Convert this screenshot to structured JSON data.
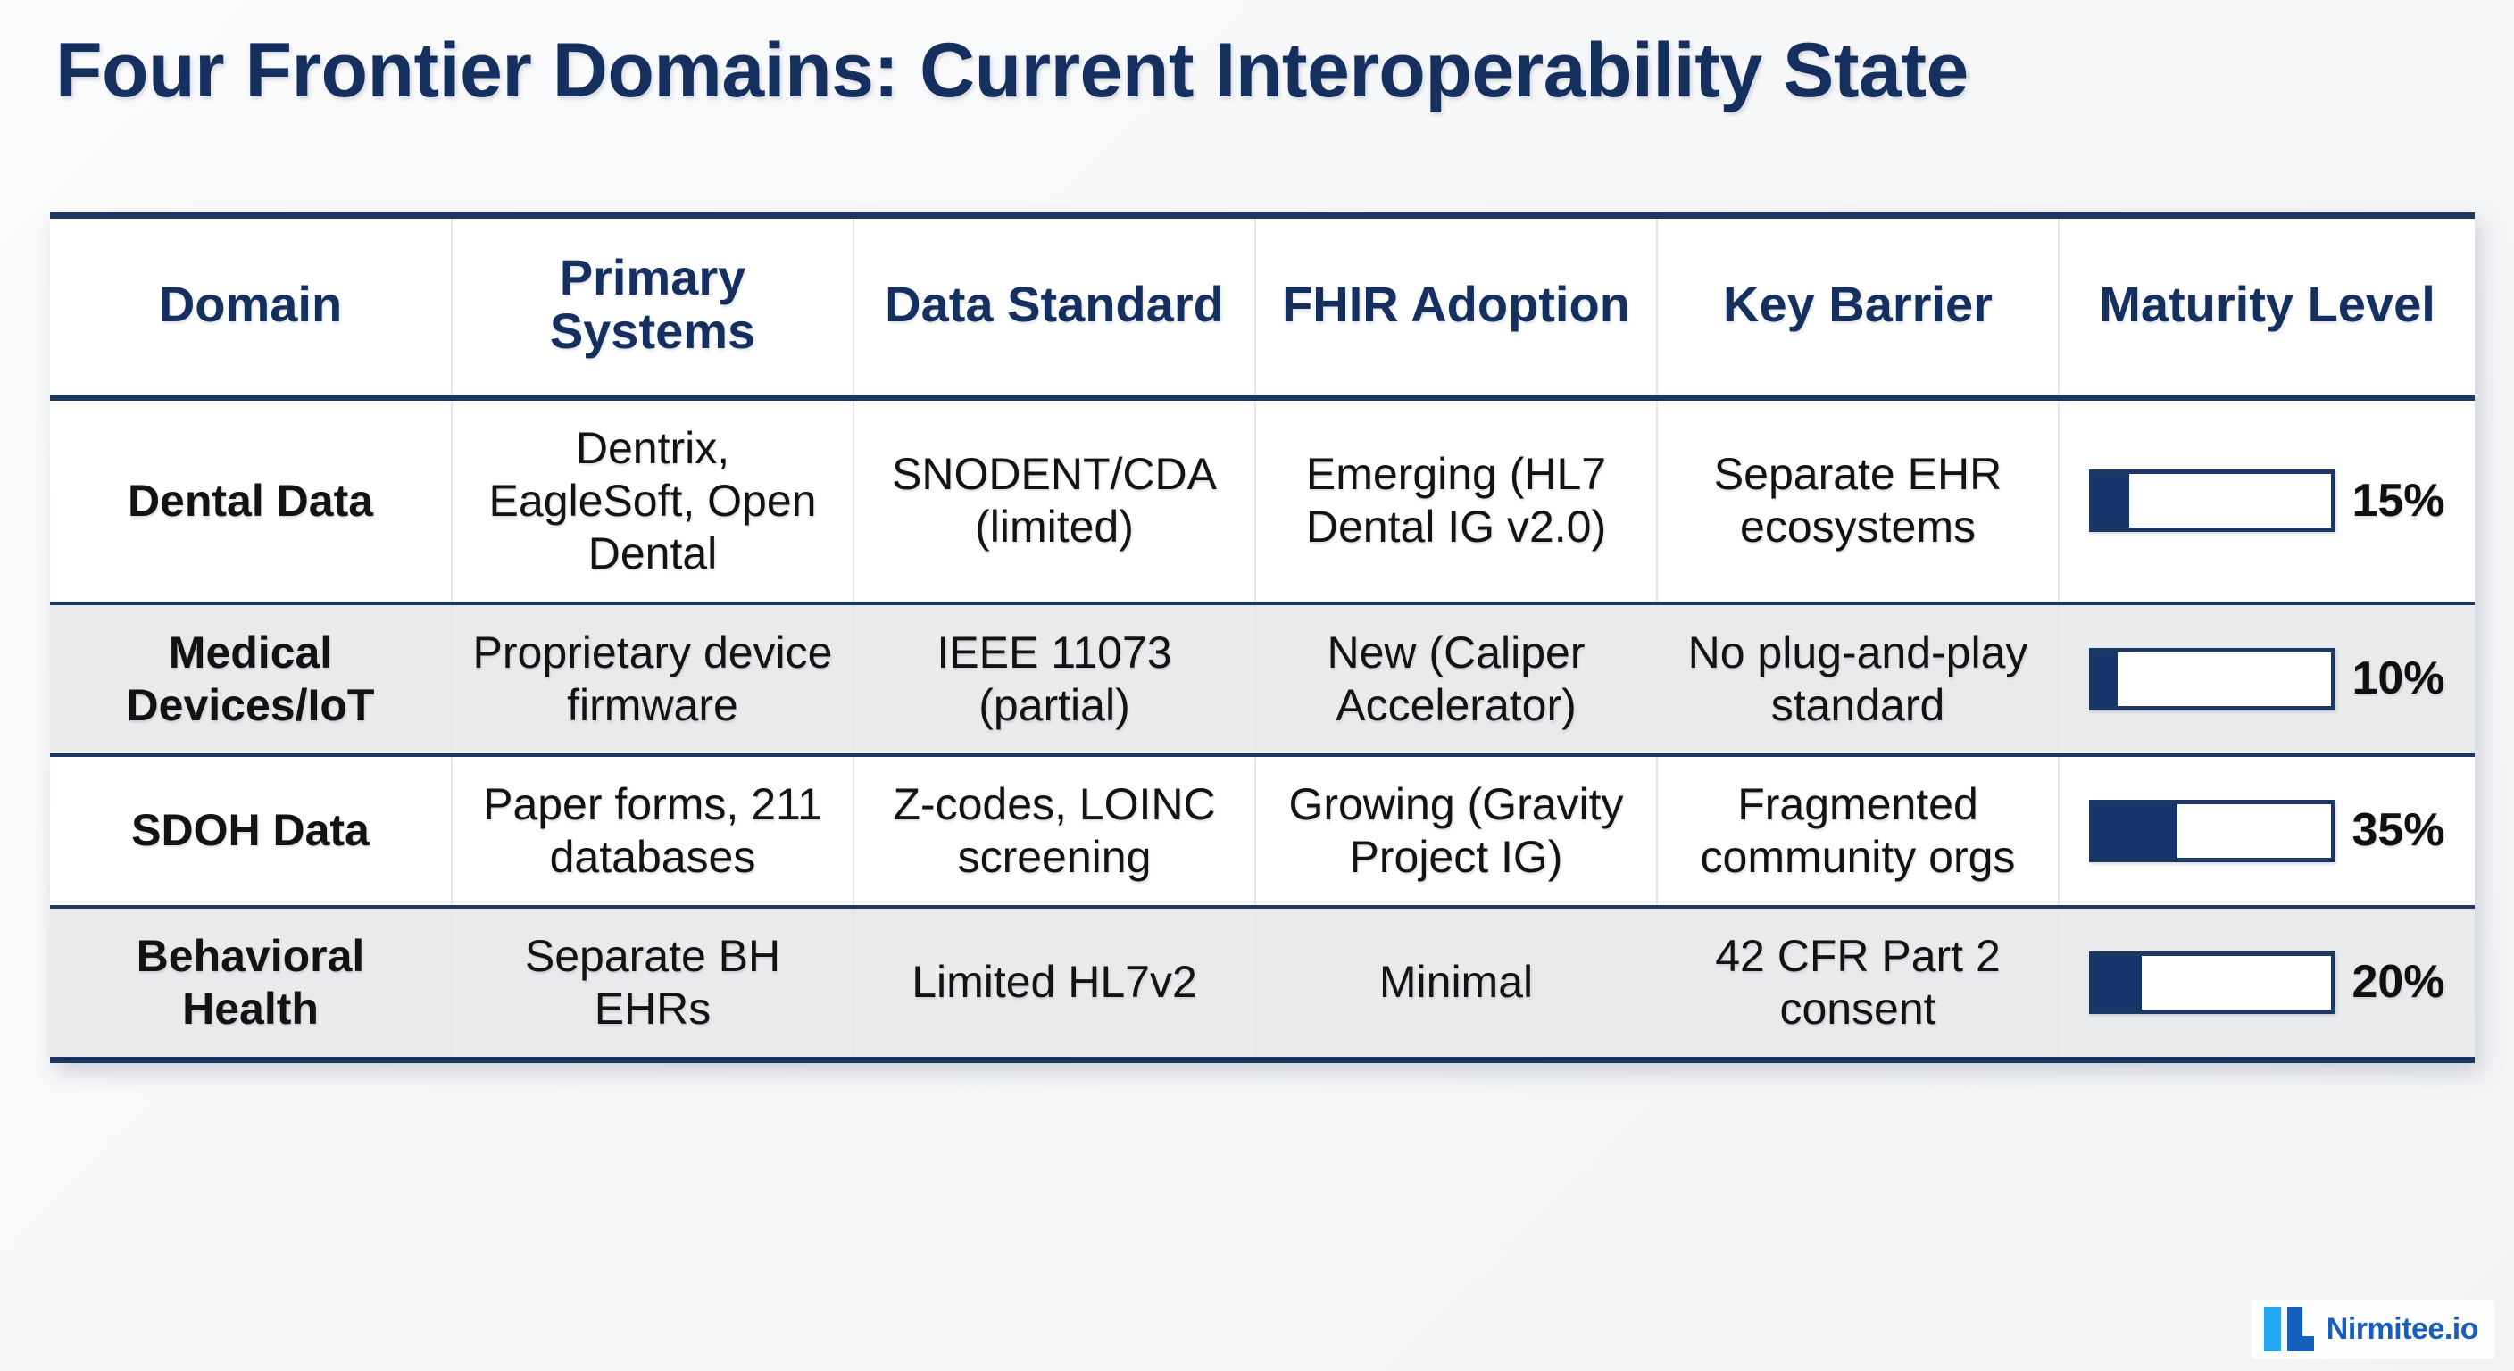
{
  "page": {
    "title": "Four Frontier Domains: Current Interoperability State",
    "accent_color": "#15305f",
    "bar_fill_color": "#16356a",
    "row_stripe_color": "#e8eaec"
  },
  "table": {
    "headers": [
      {
        "label": "Domain",
        "name": "column-header-domain"
      },
      {
        "label": "Primary Systems",
        "name": "column-header-primary-systems"
      },
      {
        "label": "Data Standard",
        "name": "column-header-data-standard"
      },
      {
        "label": "FHIR Adoption",
        "name": "column-header-fhir-adoption"
      },
      {
        "label": "Key Barrier",
        "name": "column-header-key-barrier"
      },
      {
        "label": "Maturity Level",
        "name": "column-header-maturity-level"
      }
    ],
    "rows": [
      {
        "domain": "Dental Data",
        "primary_systems": "Dentrix, EagleSoft, Open Dental",
        "data_standard": "SNODENT/CDA (limited)",
        "fhir_adoption": "Emerging (HL7 Dental IG v2.0)",
        "key_barrier": "Separate EHR ecosystems",
        "maturity_percent": 15,
        "maturity_label": "15%"
      },
      {
        "domain": "Medical Devices/IoT",
        "primary_systems": "Proprietary device firmware",
        "data_standard": "IEEE 11073 (partial)",
        "fhir_adoption": "New (Caliper Accelerator)",
        "key_barrier": "No plug-and-play standard",
        "maturity_percent": 10,
        "maturity_label": "10%"
      },
      {
        "domain": "SDOH Data",
        "primary_systems": "Paper forms, 211 databases",
        "data_standard": "Z-codes, LOINC screening",
        "fhir_adoption": "Growing (Gravity Project IG)",
        "key_barrier": "Fragmented community orgs",
        "maturity_percent": 35,
        "maturity_label": "35%"
      },
      {
        "domain": "Behavioral Health",
        "primary_systems": "Separate BH EHRs",
        "data_standard": "Limited HL7v2",
        "fhir_adoption": "Minimal",
        "key_barrier": "42 CFR Part 2 consent",
        "maturity_percent": 20,
        "maturity_label": "20%"
      }
    ]
  },
  "watermark": {
    "text": "Nirmitee.io",
    "light_color": "#22a7f0",
    "dark_color": "#1560bd"
  }
}
